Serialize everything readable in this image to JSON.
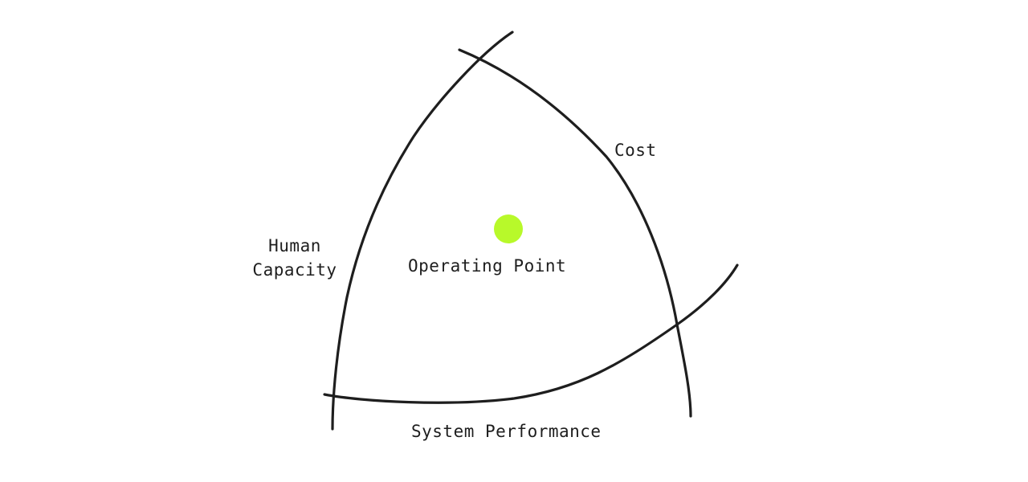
{
  "diagram": {
    "type": "constraint-triangle",
    "stroke_color": "#1e1e1e",
    "background": "#ffffff",
    "curves": [
      {
        "name": "Human Capacity",
        "position": "left"
      },
      {
        "name": "Cost",
        "position": "right"
      },
      {
        "name": "System Performance",
        "position": "bottom"
      }
    ],
    "labels": {
      "human_capacity_line1": "Human",
      "human_capacity_line2": "Capacity",
      "cost": "Cost",
      "system_performance": "System Performance",
      "operating_point": "Operating Point"
    },
    "operating_point": {
      "label": "Operating Point",
      "color": "#b8f92a"
    }
  }
}
